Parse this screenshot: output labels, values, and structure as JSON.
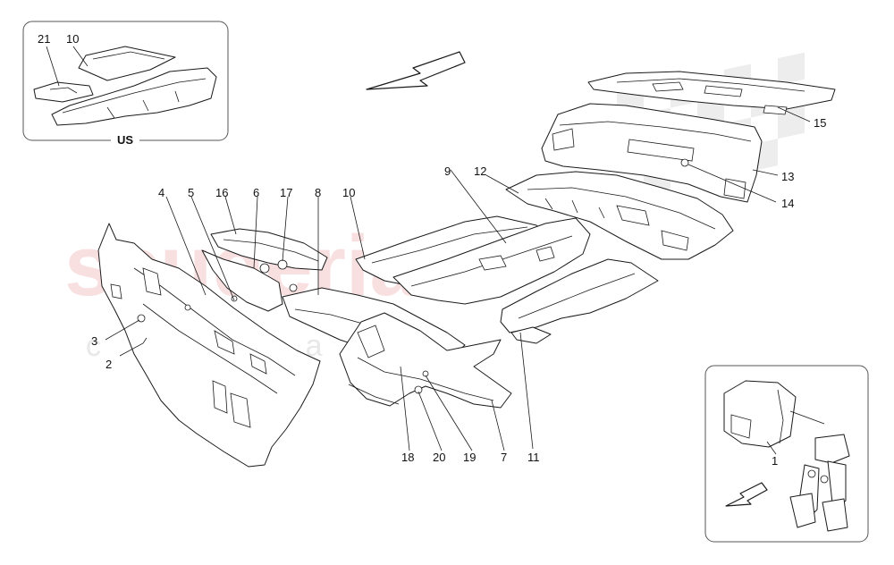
{
  "watermark": {
    "text": "scuderia",
    "subtext": "car parts"
  },
  "inset_us": {
    "label": "US",
    "callouts": [
      "21",
      "10"
    ]
  },
  "inset_pedal": {
    "callouts": [
      "1"
    ]
  },
  "callouts": [
    "2",
    "3",
    "4",
    "5",
    "16",
    "6",
    "17",
    "8",
    "10",
    "9",
    "12",
    "13",
    "14",
    "15",
    "11",
    "7",
    "19",
    "20",
    "18"
  ],
  "colors": {
    "line": "#1a1a1a",
    "watermark": "#f3c7c9",
    "checker": "#e6e6e6"
  }
}
